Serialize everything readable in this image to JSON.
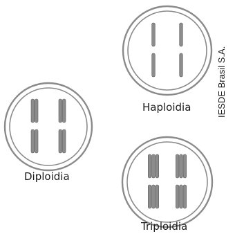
{
  "cells": [
    {
      "id": "haploid",
      "label": "Haploidia",
      "chromosome_sets": 1
    },
    {
      "id": "diploid",
      "label": "Diploidia",
      "chromosome_sets": 2
    },
    {
      "id": "triploid",
      "label": "Triploidia",
      "chromosome_sets": 3
    }
  ],
  "credit": "IESDE Brasil S.A.",
  "colors": {
    "outline": "#8a8a8a",
    "chromosome": "#8c8c8c",
    "chromosome_edge": "#5e5e5e",
    "text": "#1a1a1a"
  }
}
